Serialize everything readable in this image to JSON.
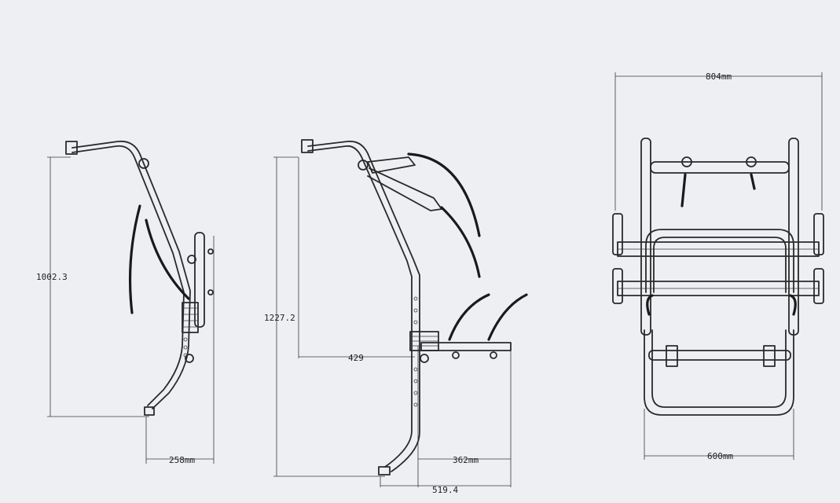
{
  "dimensions": {
    "side_height": "1002.3",
    "side_base_width": "258mm",
    "mid_height": "1227.2",
    "mid_offset": "429",
    "mid_arm_length": "362mm",
    "mid_total_depth": "519.4",
    "rear_top_width": "804mm",
    "rear_bottom_width": "600mm"
  },
  "colors": {
    "background": "#edeff3",
    "line": "#2a2a2a"
  }
}
